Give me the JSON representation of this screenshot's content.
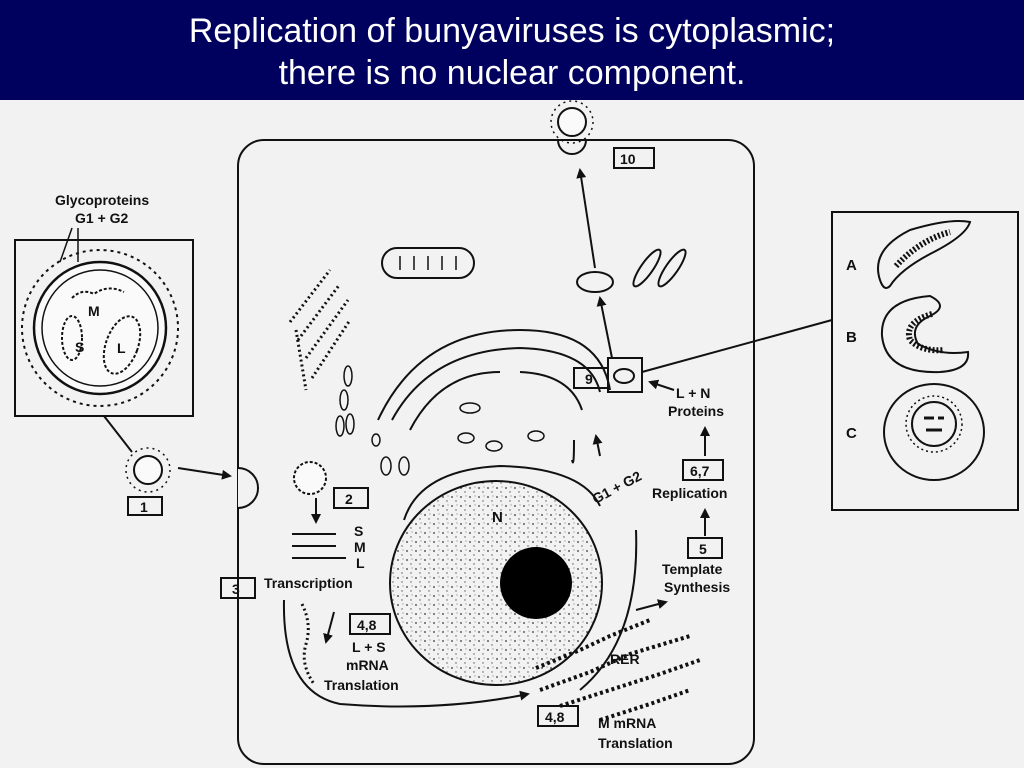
{
  "slide": {
    "title_line1": "Replication of bunyaviruses is cytoplasmic;",
    "title_line2": "there is no nuclear component."
  },
  "colors": {
    "title_bg": "#00005e",
    "title_text": "#ffffff",
    "background": "#f2f2f2",
    "ink": "#111111"
  },
  "diagram": {
    "virion": {
      "glycoproteins_line1": "Glycoproteins",
      "glycoproteins_line2": "G1 + G2",
      "segment_m": "M",
      "segment_s": "S",
      "segment_l": "L"
    },
    "cell": {
      "nucleus_label": "N",
      "rer_label": "RER"
    },
    "steps": {
      "s1": "1",
      "s2": "2",
      "s3": "3",
      "s4_8_a": "4,8",
      "s4_8_b": "4,8",
      "s5": "5",
      "s6_7": "6,7",
      "s9": "9",
      "s10": "10"
    },
    "labels": {
      "seg_s": "S",
      "seg_m": "M",
      "seg_l": "L",
      "transcription": "Transcription",
      "ls_mrna_1": "L + S",
      "ls_mrna_2": "mRNA",
      "ls_mrna_3": "Translation",
      "m_mrna_1": "M mRNA",
      "m_mrna_2": "Translation",
      "template_1": "Template",
      "template_2": "Synthesis",
      "replication": "Replication",
      "ln_proteins_1": "L + N",
      "ln_proteins_2": "Proteins",
      "g1g2": "G1 + G2"
    },
    "inset": {
      "a": "A",
      "b": "B",
      "c": "C"
    }
  }
}
